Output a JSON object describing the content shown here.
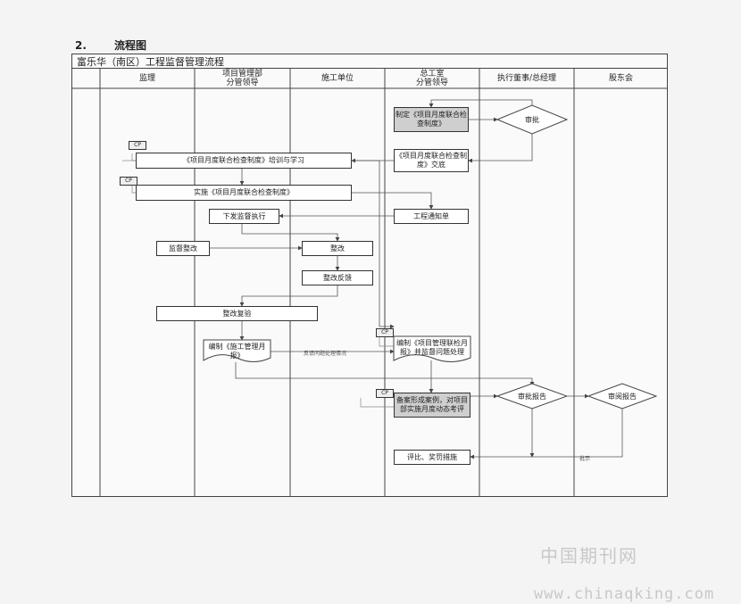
{
  "heading": {
    "number": "2.",
    "text": "流程图"
  },
  "title": "富乐华（南区）工程监督管理流程",
  "lanes": [
    {
      "label": "监理"
    },
    {
      "label": "项目管理部\n分管领导"
    },
    {
      "label": "施工单位"
    },
    {
      "label": "总工室\n分管领导"
    },
    {
      "label": "执行董事/总经理"
    },
    {
      "label": "股东会"
    }
  ],
  "nodes": {
    "draft": "制定《项目月度联合检查制度》",
    "approve": "审批",
    "handover": "《项目月度联合检查制度》交底",
    "training": "《项目月度联合检查制度》培训与学习",
    "implement": "实施《项目月度联合检查制度》",
    "issue_order": "下发监督执行",
    "work_notice": "工程通知单",
    "supervise_rectify": "监督整改",
    "rectify": "整改",
    "rectify_feedback": "整改反馈",
    "rectify_review": "整改复验",
    "monthly_report_construction": "编制《施工管理月报》",
    "monthly_report_project": "编制《项目管理联检月报》并监督问题处理",
    "archive": "备案形成案例，对项目部实施月度动态考评",
    "approve_report": "审批报告",
    "review_report": "审阅报告",
    "evaluate": "评比、奖罚措施"
  },
  "labels": {
    "feedback_issue": "反馈问题处理情况",
    "instruction": "批示",
    "cp": "CP"
  },
  "watermark": {
    "cn": "中国期刊网",
    "url": "www.chinaqking.com"
  }
}
